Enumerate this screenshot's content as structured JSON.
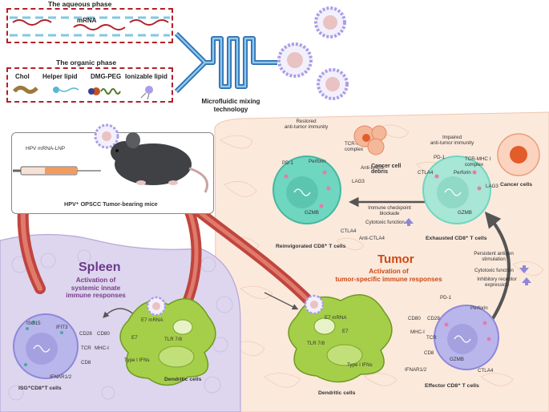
{
  "aqueous": {
    "title": "The aqueous phase",
    "mrna": "mRNA"
  },
  "organic": {
    "title": "The organic phase",
    "components": [
      "Chol",
      "Helper lipid",
      "DMG-PEG",
      "Ionizable lipid"
    ]
  },
  "microfluidic": {
    "label": "Microfluidic mixing\ntechnology"
  },
  "mouse": {
    "vaccine": "HPV mRNA-LNP",
    "caption": "HPV⁺ OPSCC Tumor-bearing mice"
  },
  "spleen": {
    "title": "Spleen",
    "subtitle": "Activation of\nsystemic innate\nimmune responses",
    "t_cell": {
      "name": "ISG⁺CD8⁺T cells",
      "labels": [
        "ISG15",
        "IFIT3",
        "CD28",
        "CD80",
        "TCR",
        "MHC-I",
        "CD8",
        "IFNAR1/2"
      ]
    },
    "dc": {
      "name": "Dendritic cells",
      "labels": [
        "E7 mRNA",
        "E7",
        "TLR 7/8",
        "Type I IFNs"
      ]
    }
  },
  "tumor": {
    "title": "Tumor",
    "subtitle": "Activation of\ntumor-specific immune responses",
    "reinvigorated": {
      "name": "Reinvigorated CD8⁺ T cells",
      "header": "Restored\nanti-tumor immunity",
      "labels": [
        "PD-1",
        "Perforin",
        "TCR-MHC I\ncomplex",
        "Anti-LAG3",
        "LAG3",
        "GZMB",
        "CTLA4",
        "Anti-CTLA4"
      ]
    },
    "debris": "Cancer cell\ndebris",
    "blockade": {
      "text": "Immune checkpoint\nblockade",
      "cytotoxic": "Cytotoxic function"
    },
    "exhausted": {
      "name": "Exhausted CD8⁺ T cells",
      "header": "Impaired\nanti-tumor immunity",
      "labels": [
        "PD-1",
        "CTLA4",
        "Perforin",
        "TCR-MHC I\ncomplex",
        "LAG3",
        "GZMB"
      ]
    },
    "cancer_cells": "Cancer cells",
    "stimulation": {
      "items": [
        "Persistent antigen\nstimulation",
        "Cytotoxic function",
        "Inhibitory receptor\nexpression"
      ]
    },
    "effector": {
      "name": "Effector CD8⁺ T cells",
      "labels": [
        "PD-1",
        "Perforin",
        "CD80",
        "CD28",
        "MHC-I",
        "TCR",
        "CD8",
        "IFNAR1/2",
        "GZMB",
        "CTLA4"
      ]
    },
    "dc": {
      "name": "Dendritic cells",
      "labels": [
        "E7 mRNA",
        "E7",
        "TLR 7/8",
        "Type I IFNs"
      ]
    }
  },
  "colors": {
    "dashed_border": "#b3202a",
    "spleen": "#ddd6ee",
    "tumor": "#fbe9dc",
    "t_cell": "#6fd6c0",
    "dc": "#a6cf49",
    "effector": "#b9b6ec",
    "accent_title": "#cc4a14"
  }
}
